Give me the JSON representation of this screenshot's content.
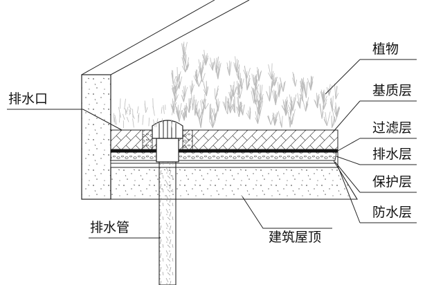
{
  "labels": {
    "plants": "植物",
    "substrate": "基质层",
    "filter": "过滤层",
    "drainage": "排水层",
    "protection": "保护层",
    "waterproof": "防水层",
    "outlet": "排水口",
    "pipe": "排水管",
    "roof": "建筑屋顶"
  },
  "colors": {
    "line": "#222222",
    "membrane": "#111111",
    "concrete_speckle": "#555555",
    "grass": "#bbbbbb"
  }
}
